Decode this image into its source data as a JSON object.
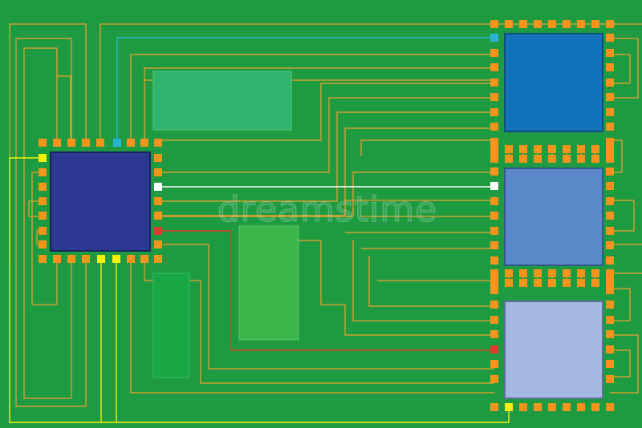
{
  "scene": {
    "kind": "printed circuit board illustration",
    "watermark_text": "dreamstime",
    "colors": {
      "board": "#1e9a40",
      "trace": "#f0a030",
      "pad": "#f7941d",
      "trace_cyan": "#2bb3d6",
      "trace_white": "#ffffff",
      "trace_red": "#e03a2a",
      "trace_yellow": "#f2f20a",
      "chip_main": "#2b3990",
      "chip_top_right": "#1273ba",
      "chip_mid_right": "#5a88c8",
      "chip_bottom_right": "#a4b8e0",
      "panel_light_green": "#2fb56e",
      "panel_mid_green": "#3cb54a",
      "panel_bottom_green": "#17a845"
    },
    "components": [
      "main-chip",
      "memory-chip-top",
      "memory-chip-middle",
      "memory-chip-bottom",
      "panel-top",
      "panel-center",
      "panel-bottom-left"
    ]
  }
}
